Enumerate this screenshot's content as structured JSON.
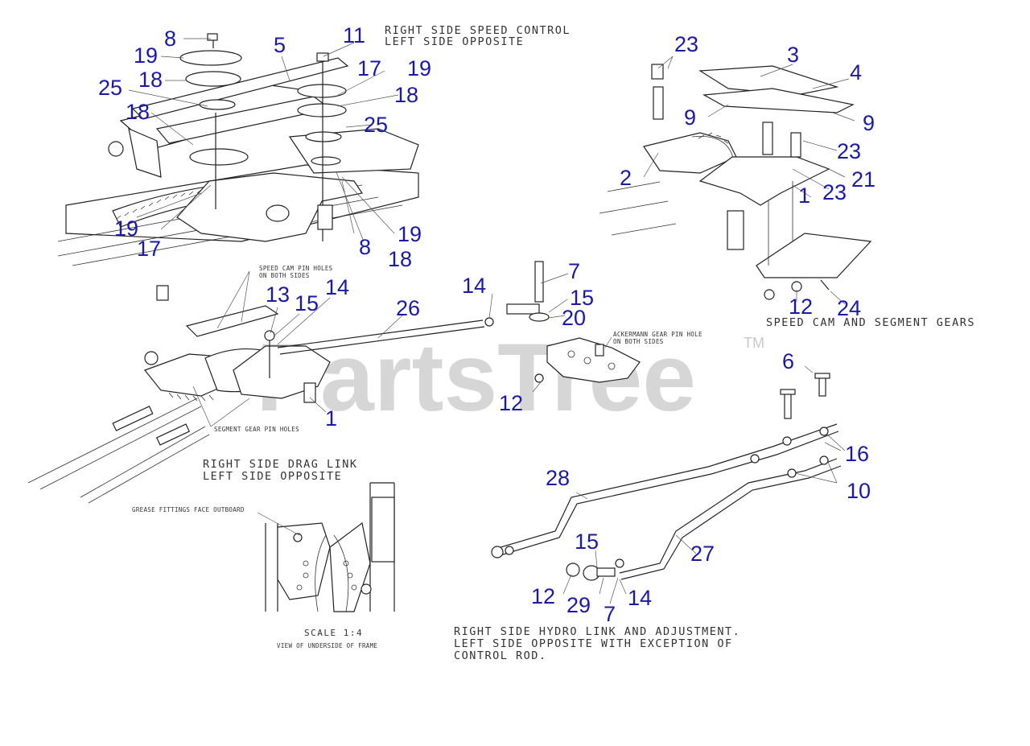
{
  "watermark": {
    "text": "PartsTree",
    "mark": "TM"
  },
  "captions": {
    "speed_control_1": "RIGHT SIDE SPEED CONTROL",
    "speed_control_2": "LEFT SIDE OPPOSITE",
    "speed_cam_gears": "SPEED CAM AND SEGMENT GEARS",
    "drag_link_1": "RIGHT SIDE DRAG LINK",
    "drag_link_2": "LEFT SIDE OPPOSITE",
    "hydro_link_1": "RIGHT SIDE HYDRO LINK AND ADJUSTMENT.",
    "hydro_link_2": "LEFT SIDE OPPOSITE WITH EXCEPTION OF",
    "hydro_link_3": "CONTROL ROD.",
    "scale": "SCALE 1:4",
    "underside": "VIEW OF UNDERSIDE OF FRAME"
  },
  "notes": {
    "speed_cam_pin_1": "SPEED CAM PIN HOLES",
    "speed_cam_pin_2": "ON BOTH SIDES",
    "ackermann_1": "ACKERMANN GEAR PIN HOLE",
    "ackermann_2": "ON BOTH SIDES",
    "segment_gear": "SEGMENT GEAR PIN HOLES",
    "grease": "GREASE FITTINGS FACE OUTBOARD"
  },
  "callouts": [
    "8",
    "11",
    "5",
    "19",
    "18",
    "25",
    "18",
    "17",
    "19",
    "18",
    "25",
    "19",
    "17",
    "8",
    "18",
    "19",
    "23",
    "3",
    "4",
    "9",
    "9",
    "2",
    "23",
    "23",
    "21",
    "1",
    "12",
    "24",
    "7",
    "14",
    "15",
    "20",
    "13",
    "15",
    "14",
    "26",
    "1",
    "12",
    "6",
    "16",
    "10",
    "28",
    "27",
    "15",
    "12",
    "29",
    "7",
    "14"
  ]
}
